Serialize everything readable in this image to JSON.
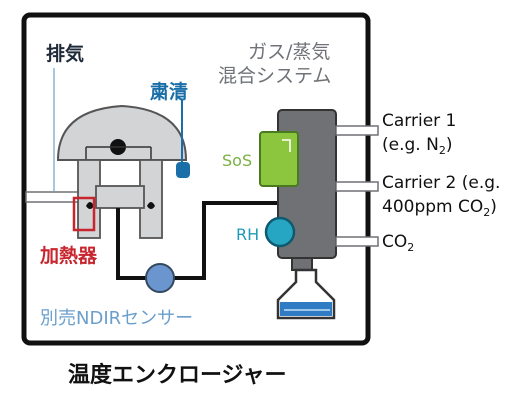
{
  "labels": {
    "exhaust": "排気",
    "purge": "粛清",
    "mixer_line1": "ガス/蒸気",
    "mixer_line2": "混合システム",
    "sos": "SoS",
    "rh": "RH",
    "heater": "加熱器",
    "ndir": "別売NDIRセンサー",
    "enclosure": "温度エンクロージャー"
  },
  "gas_inputs": {
    "carrier1_line1": "Carrier 1",
    "carrier1_line2_pre": "(e.g. N",
    "carrier1_line2_sub": "2",
    "carrier1_line2_post": ")",
    "carrier2_line1": "Carrier 2 (e.g.",
    "carrier2_line2_pre": "400ppm CO",
    "carrier2_line2_sub": "2",
    "carrier2_line2_post": ")",
    "co2_pre": "CO",
    "co2_sub": "2"
  },
  "colors": {
    "frame": "#111111",
    "device_gray": "#d2d4d6",
    "manifold_gray": "#6f7175",
    "sos_green": "#8cc63f",
    "rh_teal": "#27a6c4",
    "purge_blue": "#1b6fa8",
    "heater_red": "#c8262e",
    "ndir_blue": "#6b95cf",
    "water_blue": "#2f7cc4"
  }
}
